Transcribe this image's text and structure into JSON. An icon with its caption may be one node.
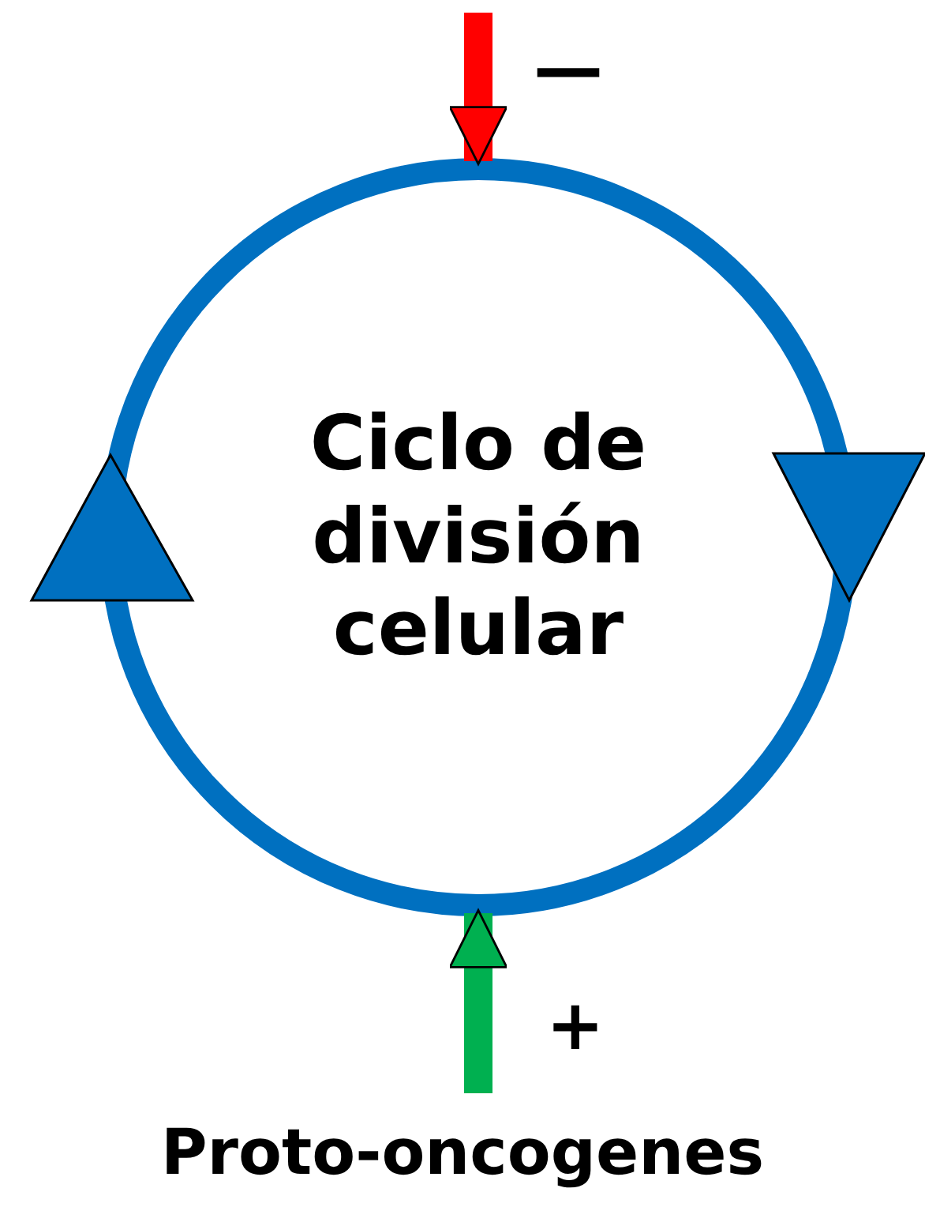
{
  "diagram": {
    "nodes": [
      {
        "text": [
          "Ciclo de división celular"
        ]
      },
      {
        "text": [
          "Proto-oncogenes"
        ]
      }
    ],
    "edges": [
      {
        "from": null,
        "to": 0,
        "arrow": "to",
        "label": "—",
        "color": "#ff0000"
      },
      {
        "from": 1,
        "to": 0,
        "arrow": "to",
        "label": "+",
        "color": "#00b050"
      }
    ]
  }
}
